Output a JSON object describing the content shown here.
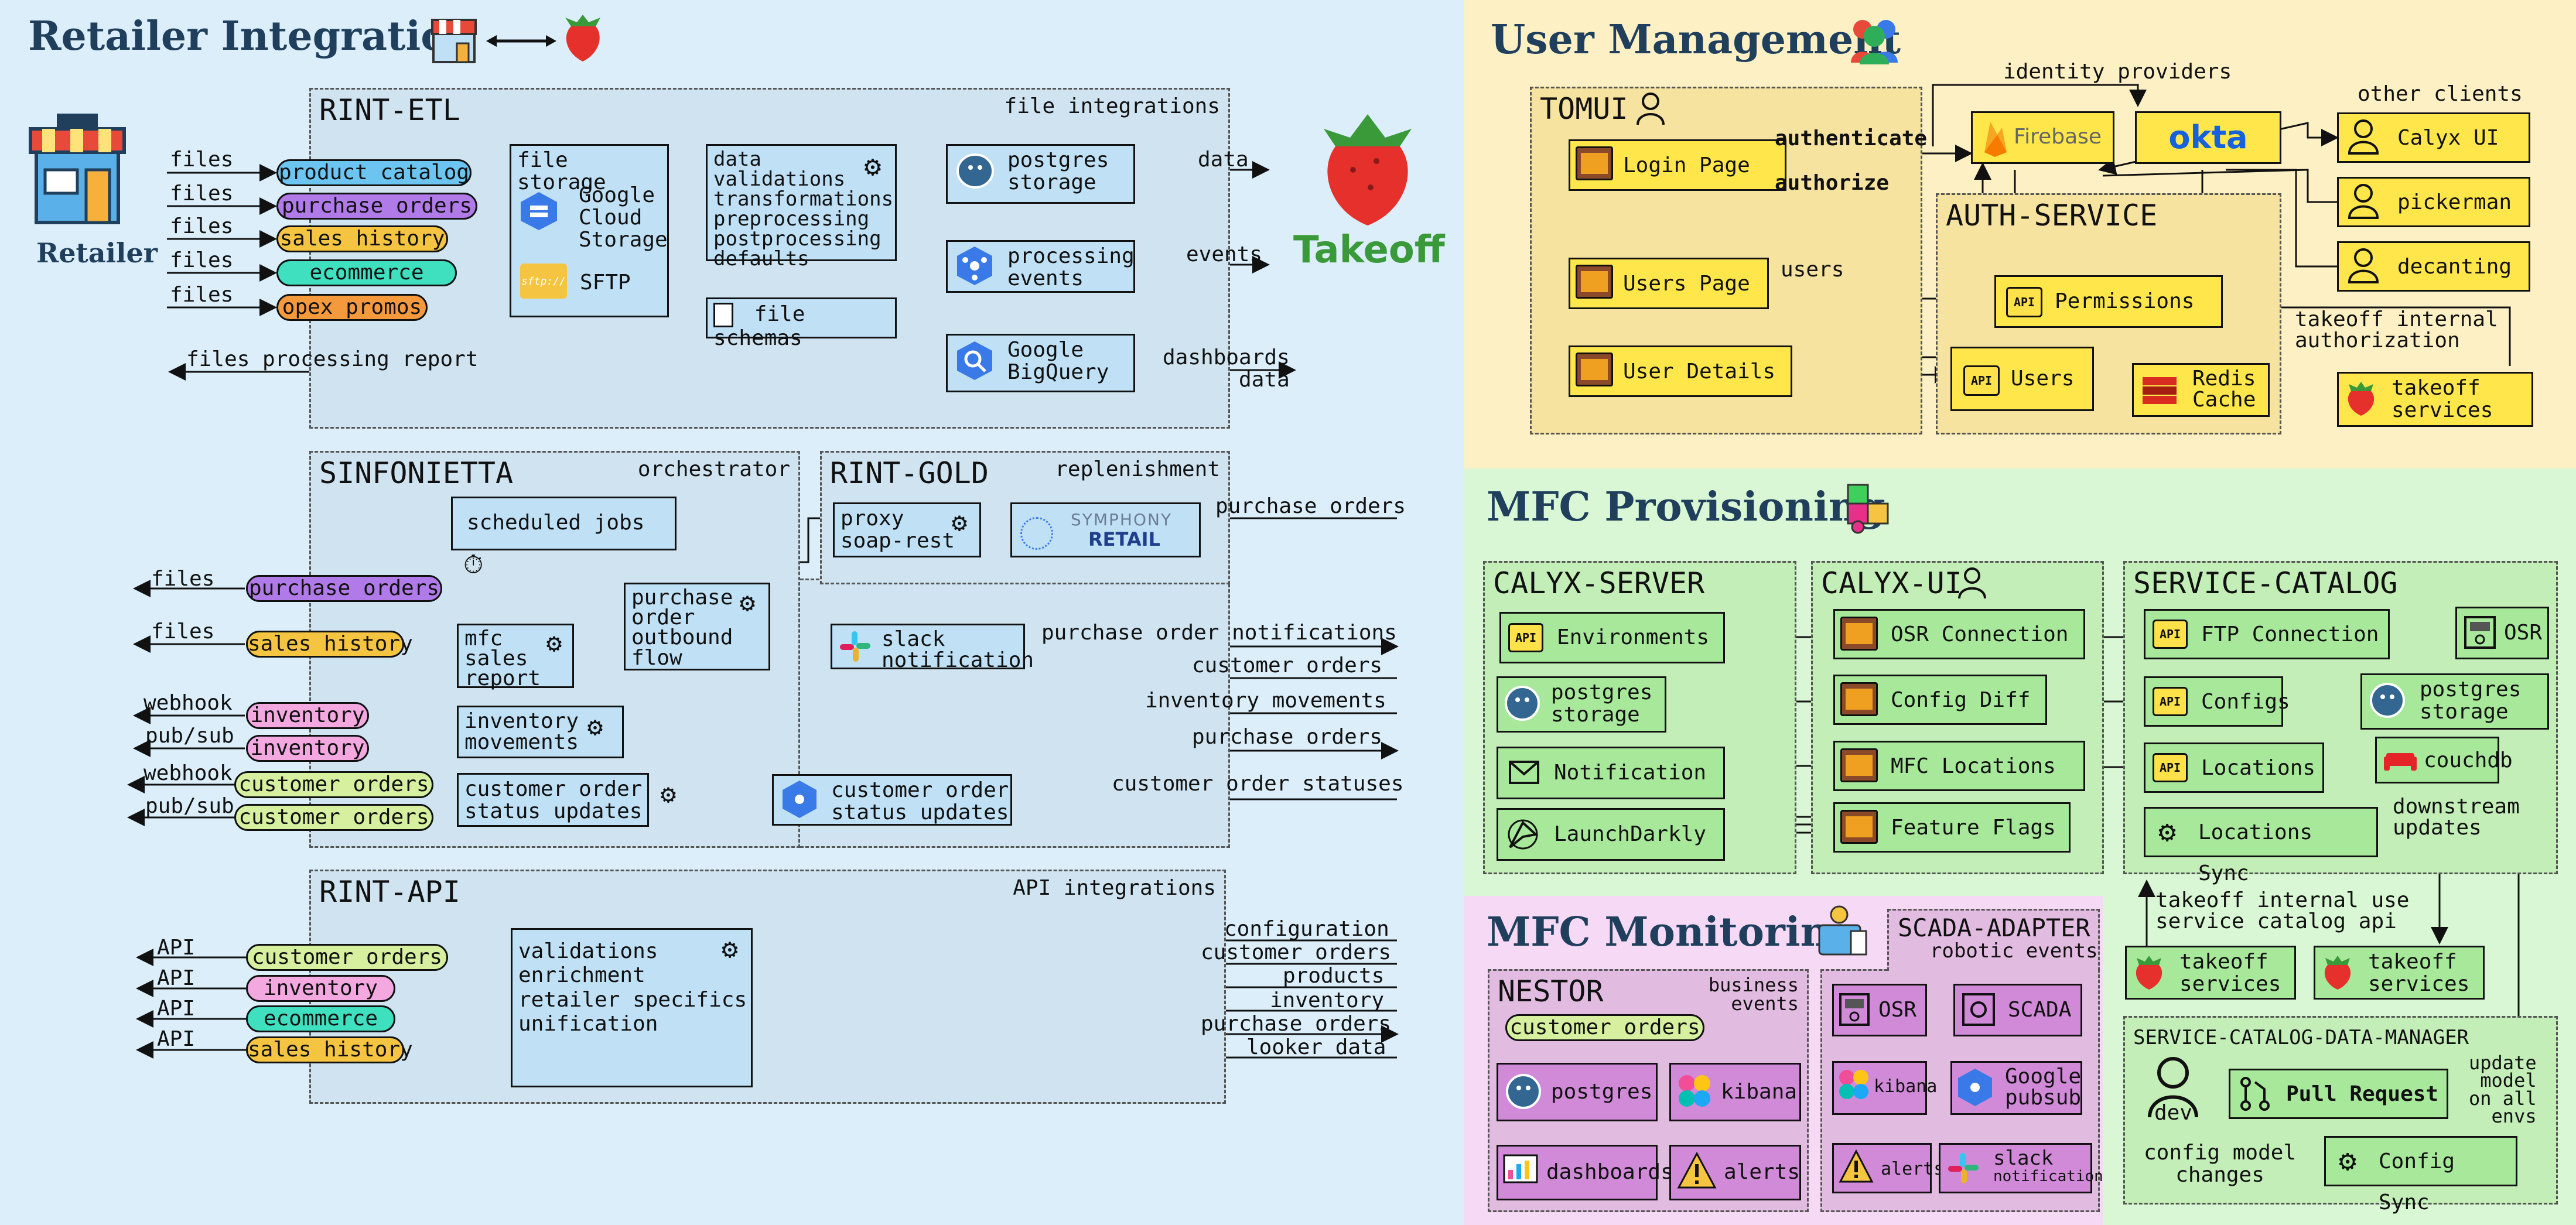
{
  "panels": {
    "retailer": {
      "title": "Retailer Integration",
      "bg": "#dbeefa"
    },
    "users": {
      "title": "User Management",
      "bg": "#fdf0c4"
    },
    "mfc": {
      "title": "MFC Provisioning",
      "bg": "#d9f7d4"
    },
    "monitor": {
      "title": "MFC Monitoring",
      "bg": "#f6d9f4"
    }
  },
  "retailer_label": "Retailer",
  "takeoff_label": "Takeoff",
  "rint_etl": {
    "name": "RINT-ETL",
    "sub": "file integrations",
    "inputs_label": "files",
    "inputs": [
      "product catalog",
      "purchase orders",
      "sales history",
      "ecommerce",
      "opex promos"
    ],
    "input_colors": [
      "#6cc4f0",
      "#b07ae8",
      "#f5c542",
      "#3fe0c0",
      "#f59a3c"
    ],
    "file_storage": "file storage",
    "gcs": "Google\nCloud\nStorage",
    "sftp": "SFTP",
    "sftp_logo": "sftp://",
    "processing": "data\nvalidations\ntransformations\npreprocessing\npostprocessing\ndefaults",
    "file_schemas": "file schemas",
    "postgres": "postgres\nstorage",
    "processing_events": "processing\nevents",
    "bigquery": "Google\nBigQuery",
    "out_data": "data",
    "out_events": "events",
    "out_dash": "dashboards\ndata",
    "report": "files processing report"
  },
  "sinfonietta": {
    "name": "SINFONIETTA",
    "sub": "orchestrator",
    "scheduled": "scheduled jobs",
    "po_flow": "purchase\norder\noutbound\nflow",
    "mfc_sales": "mfc\nsales\nreport",
    "inv_mov": "inventory\nmovements",
    "co_status": "customer order\nstatus updates",
    "co_status2": "customer order\nstatus updates",
    "slack": "slack\nnotification",
    "out": [
      {
        "label": "files",
        "pill": "purchase orders",
        "color": "#b07ae8"
      },
      {
        "label": "files",
        "pill": "sales history",
        "color": "#f5c542"
      },
      {
        "label": "webhook",
        "pill": "inventory",
        "color": "#f3a8e0"
      },
      {
        "label": "pub/sub",
        "pill": "inventory",
        "color": "#f3a8e0"
      },
      {
        "label": "webhook",
        "pill": "customer orders",
        "color": "#d6f0a0"
      },
      {
        "label": "pub/sub",
        "pill": "customer orders",
        "color": "#d6f0a0"
      }
    ],
    "in_labels": [
      "purchase order notifications",
      "customer orders",
      "inventory movements",
      "purchase orders",
      "customer order statuses"
    ]
  },
  "rint_gold": {
    "name": "RINT-GOLD",
    "sub": "replenishment",
    "proxy": "proxy\nsoap-rest",
    "symphony_a": "SYMPHONY",
    "symphony_b": "RETAIL",
    "in_label": "purchase orders"
  },
  "rint_api": {
    "name": "RINT-API",
    "sub": "API integrations",
    "core": "validations\nenrichment\nretailer specifics\nunification",
    "out_label": "API",
    "out": [
      {
        "pill": "customer orders",
        "color": "#d6f0a0"
      },
      {
        "pill": "inventory",
        "color": "#f3a8e0"
      },
      {
        "pill": "ecommerce",
        "color": "#3fe0c0"
      },
      {
        "pill": "sales history",
        "color": "#f5c542"
      }
    ],
    "in_labels": [
      "configuration",
      "customer orders",
      "products",
      "inventory",
      "purchase orders",
      "looker data"
    ]
  },
  "user_mgmt": {
    "tomui": "TOMUI",
    "login": "Login Page",
    "users_page": "Users Page",
    "user_details": "User Details",
    "authenticate": "authenticate",
    "authorize": "authorize",
    "users_lbl": "users",
    "identity": "identity providers",
    "firebase": "Firebase",
    "okta": "okta",
    "other_clients": "other clients",
    "clients": [
      "Calyx UI",
      "pickerman",
      "decanting"
    ],
    "auth_service": "AUTH-SERVICE",
    "permissions": "Permissions",
    "users": "Users",
    "redis": "Redis\nCache",
    "internal_auth": "takeoff internal\nauthorization",
    "takeoff_services": "takeoff\nservices",
    "api": "API"
  },
  "mfc_prov": {
    "calyx_server": "CALYX-SERVER",
    "environments": "Environments",
    "cs_postgres": "postgres\nstorage",
    "notification": "Notification",
    "launchdarkly": "LaunchDarkly",
    "calyx_ui": "CALYX-UI",
    "osr_conn": "OSR Connection",
    "config_diff": "Config Diff",
    "mfc_locations": "MFC Locations",
    "feature_flags": "Feature Flags",
    "service_catalog": "SERVICE-CATALOG",
    "ftp_conn": "FTP Connection",
    "osr": "OSR",
    "configs": "Configs",
    "sc_postgres": "postgres\nstorage",
    "couchdb": "couchdb",
    "locations": "Locations",
    "locations_sync": "Locations Sync",
    "downstream": "downstream\nupdates",
    "internal_use": "takeoff internal use\nservice catalog api",
    "takeoff_services": "takeoff\nservices",
    "scdm": "SERVICE-CATALOG-DATA-MANAGER",
    "dev": "dev",
    "pull_request": "Pull Request",
    "config_sync": "Config Sync",
    "config_changes": "config model\nchanges",
    "update_model": "update\nmodel\non all\nenvs"
  },
  "monitoring": {
    "nestor": "NESTOR",
    "business_events": "business\nevents",
    "customer_orders": "customer orders",
    "postgres": "postgres",
    "kibana": "kibana",
    "dashboards": "dashboards",
    "alerts": "alerts",
    "scada_adapter": "SCADA-ADAPTER",
    "robotic_events": "robotic events",
    "osr": "OSR",
    "scada": "SCADA",
    "kibana2": "kibana",
    "pubsub": "Google\npubsub",
    "alerts2": "alerts",
    "slack_a": "slack",
    "slack_b": "notification"
  }
}
